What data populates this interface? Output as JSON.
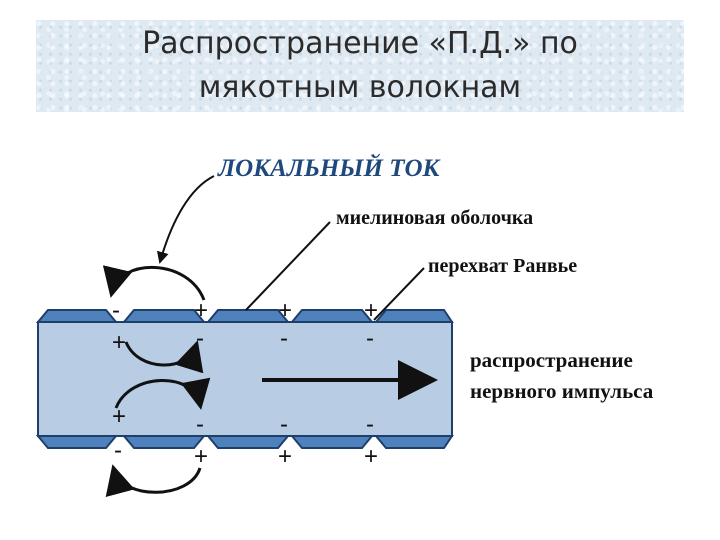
{
  "title": {
    "line1": "Распространение «П.Д.» по",
    "line2": "мякотным волокнам"
  },
  "labels": {
    "local_current": "ЛОКАЛЬНЫЙ ТОК",
    "myelin_sheath": "миелиновая оболочка",
    "ranvier_node": "перехват Ранвье",
    "propagation_line1": "распространение",
    "propagation_line2": "нервного импульса"
  },
  "signs": {
    "plus": "+",
    "minus": "-"
  },
  "colors": {
    "axon_fill": "#b8cce4",
    "myelin_fill": "#4f81bd",
    "outline": "#1f3f6b",
    "local_current_text": "#1f497d"
  }
}
